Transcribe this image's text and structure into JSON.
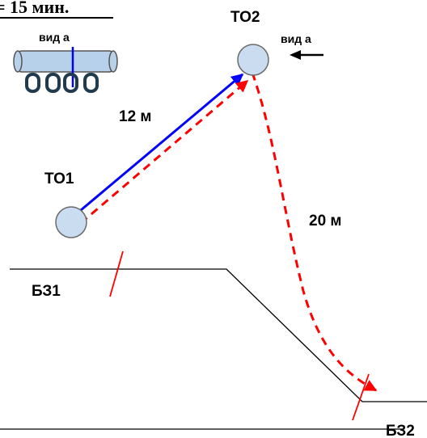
{
  "header": {
    "time_text": "= 15 мин."
  },
  "nodes": {
    "to1": {
      "label": "ТО1"
    },
    "to2": {
      "label": "ТО2"
    }
  },
  "view": {
    "top_label": "вид а",
    "arrow_label": "вид а"
  },
  "distances": {
    "first": "12 м",
    "second": "20 м"
  },
  "zones": {
    "bz1": "БЗ1",
    "bz2": "БЗ2"
  },
  "colors": {
    "circle_fill": "#c9dcf0",
    "circle_stroke": "#6a6a6a",
    "blue_line": "#0000ff",
    "red_dashed": "#ff0000",
    "black_line": "#000000",
    "pipe_fill": "#b8d1ea"
  },
  "icons": {
    "view_arrow": "left-arrow-icon",
    "pipe": "pipe-with-carabiners-icon"
  }
}
